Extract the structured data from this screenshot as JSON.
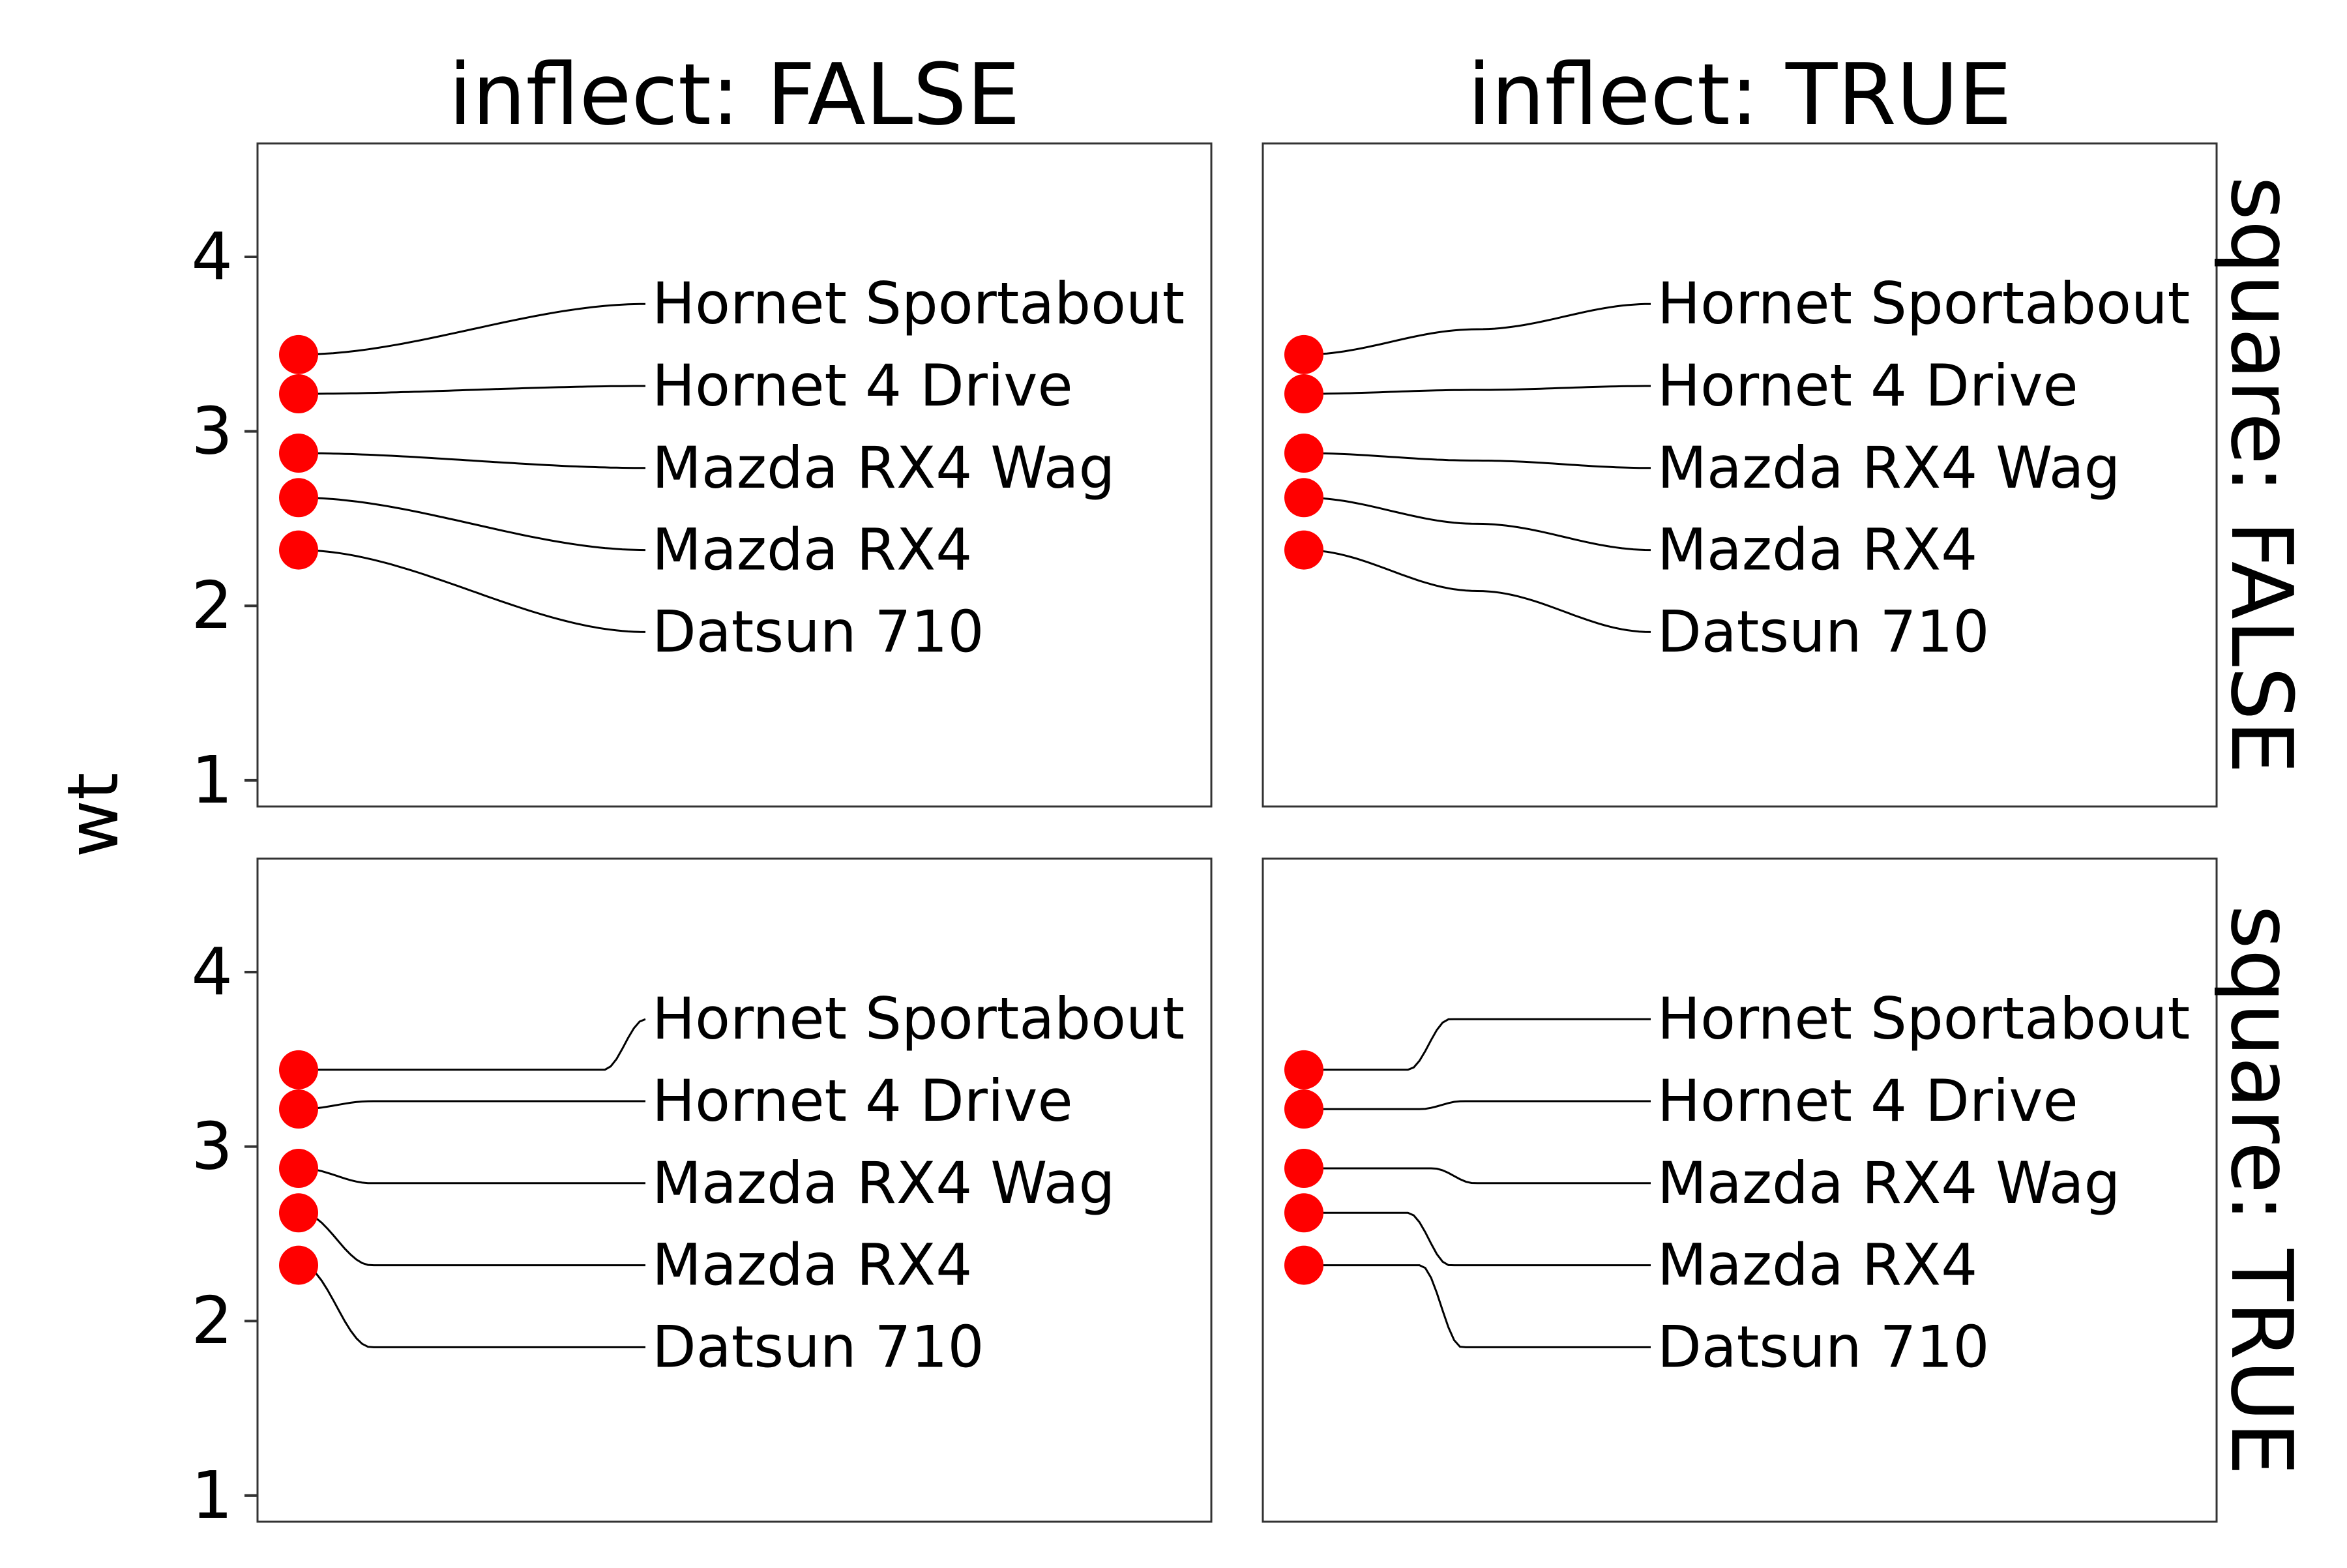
{
  "chart_data": {
    "type": "scatter",
    "facets": {
      "columns": [
        "inflect: FALSE",
        "inflect: TRUE"
      ],
      "rows": [
        "square: FALSE",
        "square: TRUE"
      ]
    },
    "ylabel": "wt",
    "xlabel": "",
    "yticks": [
      1,
      2,
      3,
      4
    ],
    "ylim": [
      0.85,
      4.65
    ],
    "point_color": "#ff0000",
    "line_color": "#000000",
    "points": [
      {
        "label": "Hornet Sportabout",
        "wt": 3.44,
        "label_y": 3.73
      },
      {
        "label": "Hornet 4 Drive",
        "wt": 3.215,
        "label_y": 3.26
      },
      {
        "label": "Mazda RX4 Wag",
        "wt": 2.875,
        "label_y": 2.79
      },
      {
        "label": "Mazda RX4",
        "wt": 2.62,
        "label_y": 2.32
      },
      {
        "label": "Datsun 710",
        "wt": 2.32,
        "label_y": 1.85
      }
    ],
    "panels": [
      {
        "column": "inflect: FALSE",
        "row": "square: FALSE",
        "inflect": false,
        "square": false
      },
      {
        "column": "inflect: TRUE",
        "row": "square: FALSE",
        "inflect": true,
        "square": false
      },
      {
        "column": "inflect: FALSE",
        "row": "square: TRUE",
        "inflect": false,
        "square": true
      },
      {
        "column": "inflect: TRUE",
        "row": "square: TRUE",
        "inflect": true,
        "square": true
      }
    ]
  }
}
